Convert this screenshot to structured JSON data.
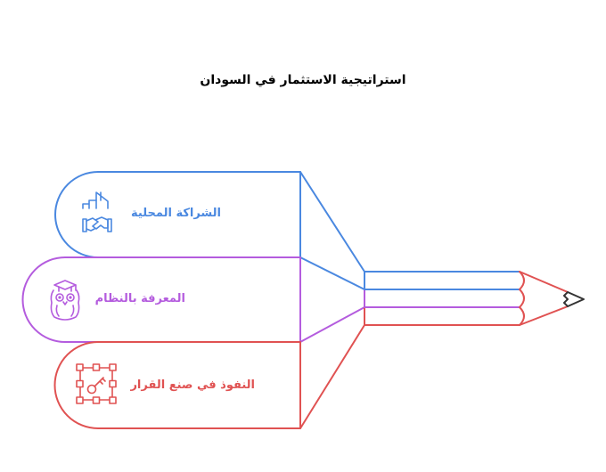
{
  "title": "استراتيجية الاستثمار في السودان",
  "colors": {
    "blue": "#4a88e0",
    "purple": "#b45cde",
    "red": "#e05252",
    "tip": "#333333",
    "background": "#ffffff"
  },
  "segments": [
    {
      "label": "الشراكة المحلية",
      "icon": "handshake-building-icon",
      "color": "#4a88e0"
    },
    {
      "label": "المعرفة بالنظام",
      "icon": "owl-graduation-icon",
      "color": "#b45cde"
    },
    {
      "label": "النفوذ في صنع القرار",
      "icon": "key-selection-icon",
      "color": "#e05252"
    }
  ]
}
